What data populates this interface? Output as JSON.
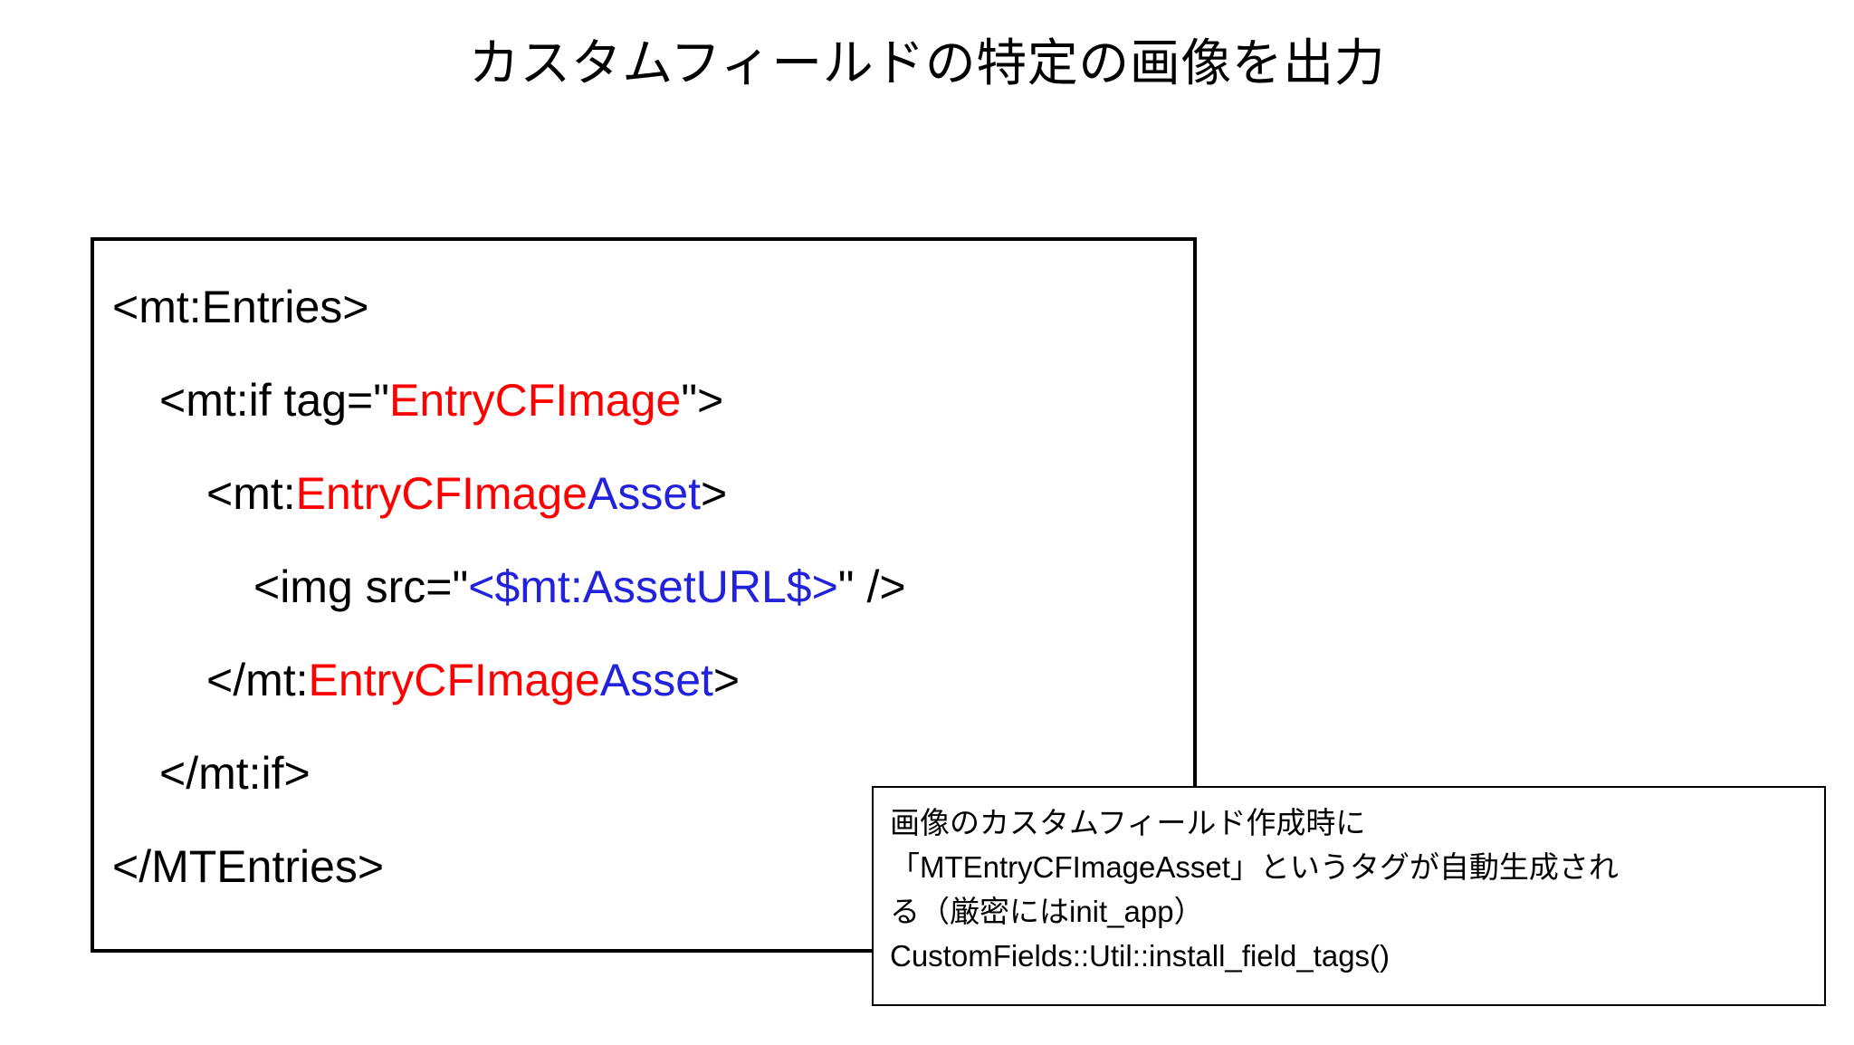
{
  "slide": {
    "title": "カスタムフィールドの特定の画像を出力"
  },
  "code_block": {
    "lines": [
      {
        "id": "line-1",
        "indent": 0,
        "segments": [
          {
            "text": "<mt:Entries>",
            "color": "plain"
          }
        ]
      },
      {
        "id": "line-2",
        "indent": 1,
        "segments": [
          {
            "text": "<mt:if tag=\"",
            "color": "plain"
          },
          {
            "text": "EntryCFImage",
            "color": "red"
          },
          {
            "text": "\">",
            "color": "plain"
          }
        ]
      },
      {
        "id": "line-3",
        "indent": 2,
        "segments": [
          {
            "text": "<mt:",
            "color": "plain"
          },
          {
            "text": "EntryCFImage",
            "color": "red"
          },
          {
            "text": "Asset",
            "color": "blue"
          },
          {
            "text": ">",
            "color": "plain"
          }
        ]
      },
      {
        "id": "line-4",
        "indent": 3,
        "segments": [
          {
            "text": "<img src=\"",
            "color": "plain"
          },
          {
            "text": "<$mt:AssetURL$>",
            "color": "blue"
          },
          {
            "text": "\" />",
            "color": "plain"
          }
        ]
      },
      {
        "id": "line-5",
        "indent": 2,
        "segments": [
          {
            "text": "</mt:",
            "color": "plain"
          },
          {
            "text": "EntryCFImage",
            "color": "red"
          },
          {
            "text": "Asset",
            "color": "blue"
          },
          {
            "text": ">",
            "color": "plain"
          }
        ]
      },
      {
        "id": "line-6",
        "indent": 1,
        "segments": [
          {
            "text": "</mt:if>",
            "color": "plain"
          }
        ]
      },
      {
        "id": "line-7",
        "indent": 0,
        "segments": [
          {
            "text": "</MTEntries>",
            "color": "plain"
          }
        ]
      }
    ]
  },
  "annotation": {
    "lines": [
      "画像のカスタムフィールド作成時に",
      "「MTEntryCFImageAsset」というタグが自動生成され",
      "る（厳密にはinit_app）",
      "CustomFields::Util::install_field_tags()"
    ]
  },
  "colors": {
    "text": "#000000",
    "tag_red": "#FF0000",
    "tag_blue": "#2222DD",
    "border": "#000000",
    "background": "#FFFFFF"
  }
}
